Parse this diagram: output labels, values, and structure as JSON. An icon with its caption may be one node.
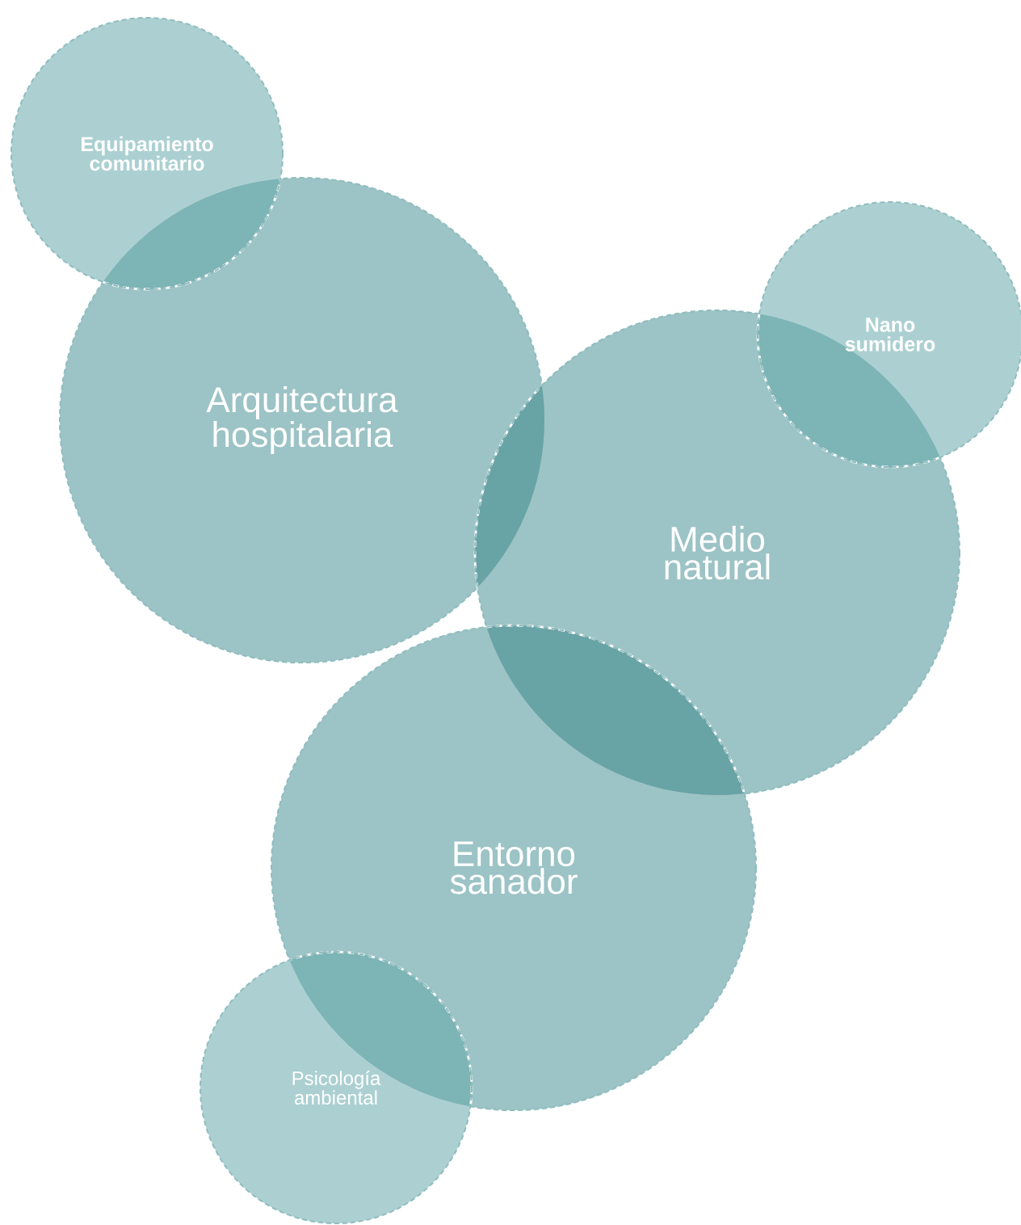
{
  "diagram": {
    "nodes": [
      {
        "text": [
          "Equipamiento comunitario"
        ]
      },
      {
        "text": [
          "Arquitectura hospitalaria"
        ]
      },
      {
        "text": [
          "Nano sumidero"
        ]
      },
      {
        "text": [
          "Medio natural"
        ]
      },
      {
        "text": [
          "Entorno sanador"
        ]
      },
      {
        "text": [
          "Psicología ambiental"
        ]
      }
    ]
  }
}
